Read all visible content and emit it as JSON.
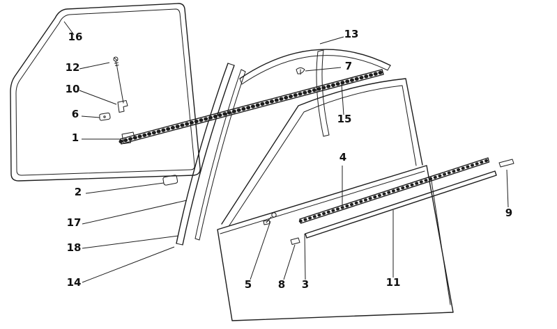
{
  "figure": {
    "background_color": "#ffffff",
    "line_color": "#1c1c1c"
  },
  "labels": {
    "p1": "1",
    "p2": "2",
    "p3": "3",
    "p4": "4",
    "p5": "5",
    "p6": "6",
    "p7": "7",
    "p8": "8",
    "p9": "9",
    "p10": "10",
    "p11": "11",
    "p12": "12",
    "p13": "13",
    "p14": "14",
    "p15": "15",
    "p16": "16",
    "p17": "17",
    "p18": "18"
  }
}
